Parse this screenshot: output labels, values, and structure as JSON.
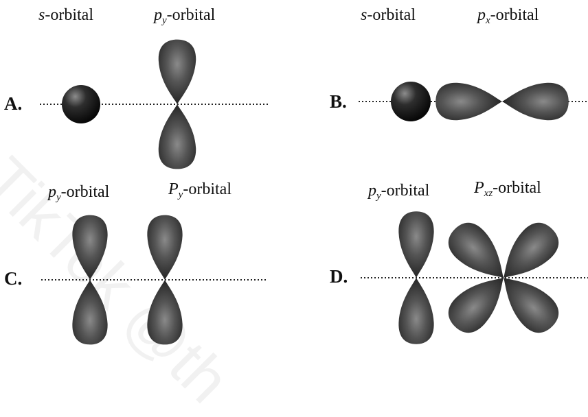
{
  "watermark": "TikTok @th",
  "options": {
    "A": {
      "letter": "A.",
      "left": {
        "base": "s",
        "sub": "",
        "suffix": "-orbital"
      },
      "right": {
        "base": "p",
        "sub": "y",
        "suffix": "-orbital"
      }
    },
    "B": {
      "letter": "B.",
      "left": {
        "base": "s",
        "sub": "",
        "suffix": "-orbital"
      },
      "right": {
        "base": "p",
        "sub": "x",
        "suffix": "-orbital"
      }
    },
    "C": {
      "letter": "C.",
      "left": {
        "base": "p",
        "sub": "y",
        "suffix": "-orbital"
      },
      "right": {
        "base": "P",
        "sub": "y",
        "suffix": "-orbital"
      }
    },
    "D": {
      "letter": "D.",
      "left": {
        "base": "p",
        "sub": "y",
        "suffix": "-orbital"
      },
      "right": {
        "base": "P",
        "sub": "xz",
        "suffix": "-orbital"
      }
    }
  }
}
